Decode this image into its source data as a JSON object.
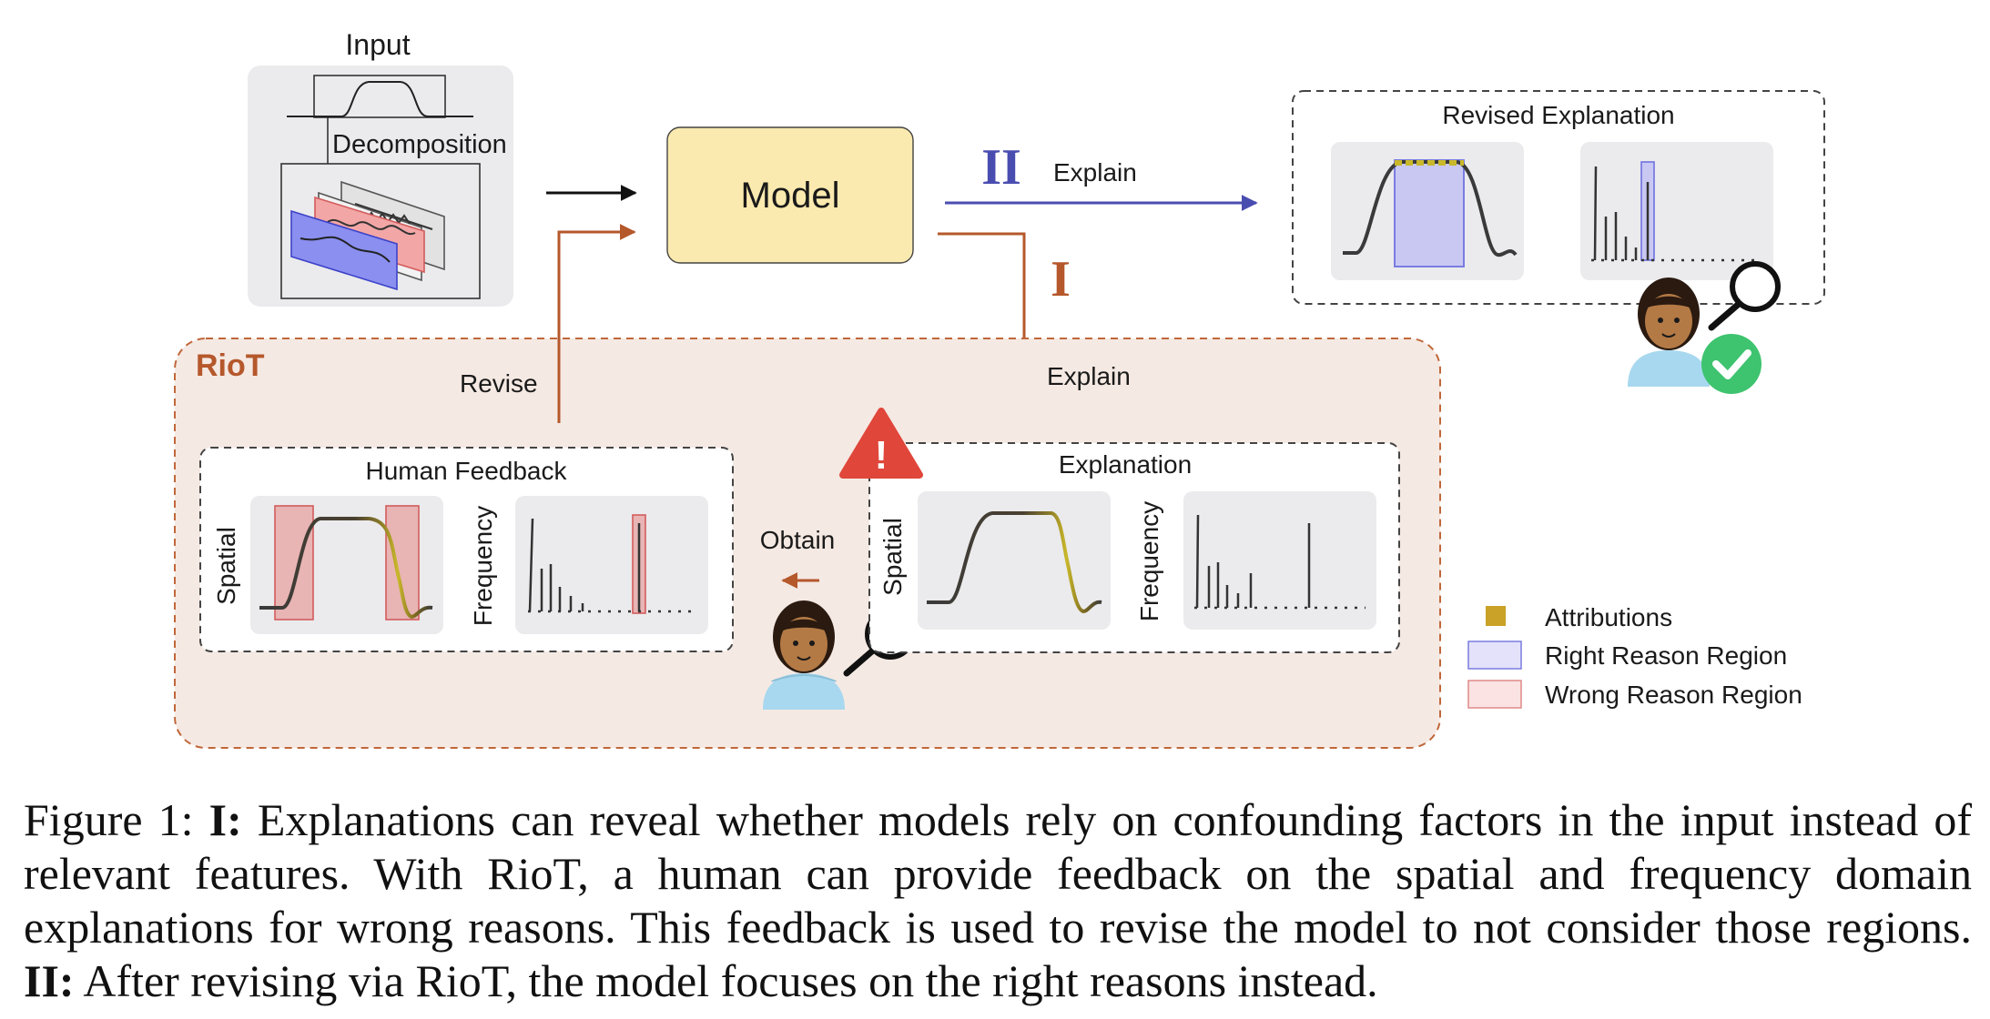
{
  "labels": {
    "input": "Input",
    "decomposition": "Decomposition",
    "model": "Model",
    "stage_ii": "II",
    "explain_ii": "Explain",
    "stage_i": "I",
    "explain_i": "Explain",
    "revise": "Revise",
    "obtain": "Obtain",
    "riot": "RioT",
    "revised_explanation": "Revised Explanation",
    "human_feedback": "Human Feedback",
    "explanation": "Explanation",
    "spatial": "Spatial",
    "frequency": "Frequency",
    "warning": "!"
  },
  "legend": [
    {
      "label": "Attributions",
      "color": "#c9a227"
    },
    {
      "label": "Right Reason Region",
      "color": "#e3e2fa"
    },
    {
      "label": "Wrong Reason Region",
      "color": "#fbe3e3"
    }
  ],
  "caption": {
    "prefix": "Figure 1: ",
    "i_label": "I:",
    "part1": " Explanations can reveal whether models rely on confounding factors in the input instead of relevant features. With RioT, a human can provide feedback on the spatial and frequency domain explanations for wrong reasons. This feedback is used to revise the model to not consider those regions. ",
    "ii_label": "II:",
    "part2": " After revising via RioT, the model focuses on the right reasons instead."
  },
  "colors": {
    "model_fill": "#fbeaaf",
    "riot_fill": "#f5e9e3",
    "riot_border": "#c0673a",
    "revise_arrow": "#b5582c",
    "explain_arrow": "#4a4db0",
    "panel_bg": "#ebebed",
    "right_region": "#c9c8f2",
    "wrong_region": "#e8b4b4",
    "warning": "#e0463a",
    "check": "#3ec36f",
    "skin": "#b47a45",
    "hair": "#2a1a10",
    "shirt": "#a8d8ef"
  }
}
